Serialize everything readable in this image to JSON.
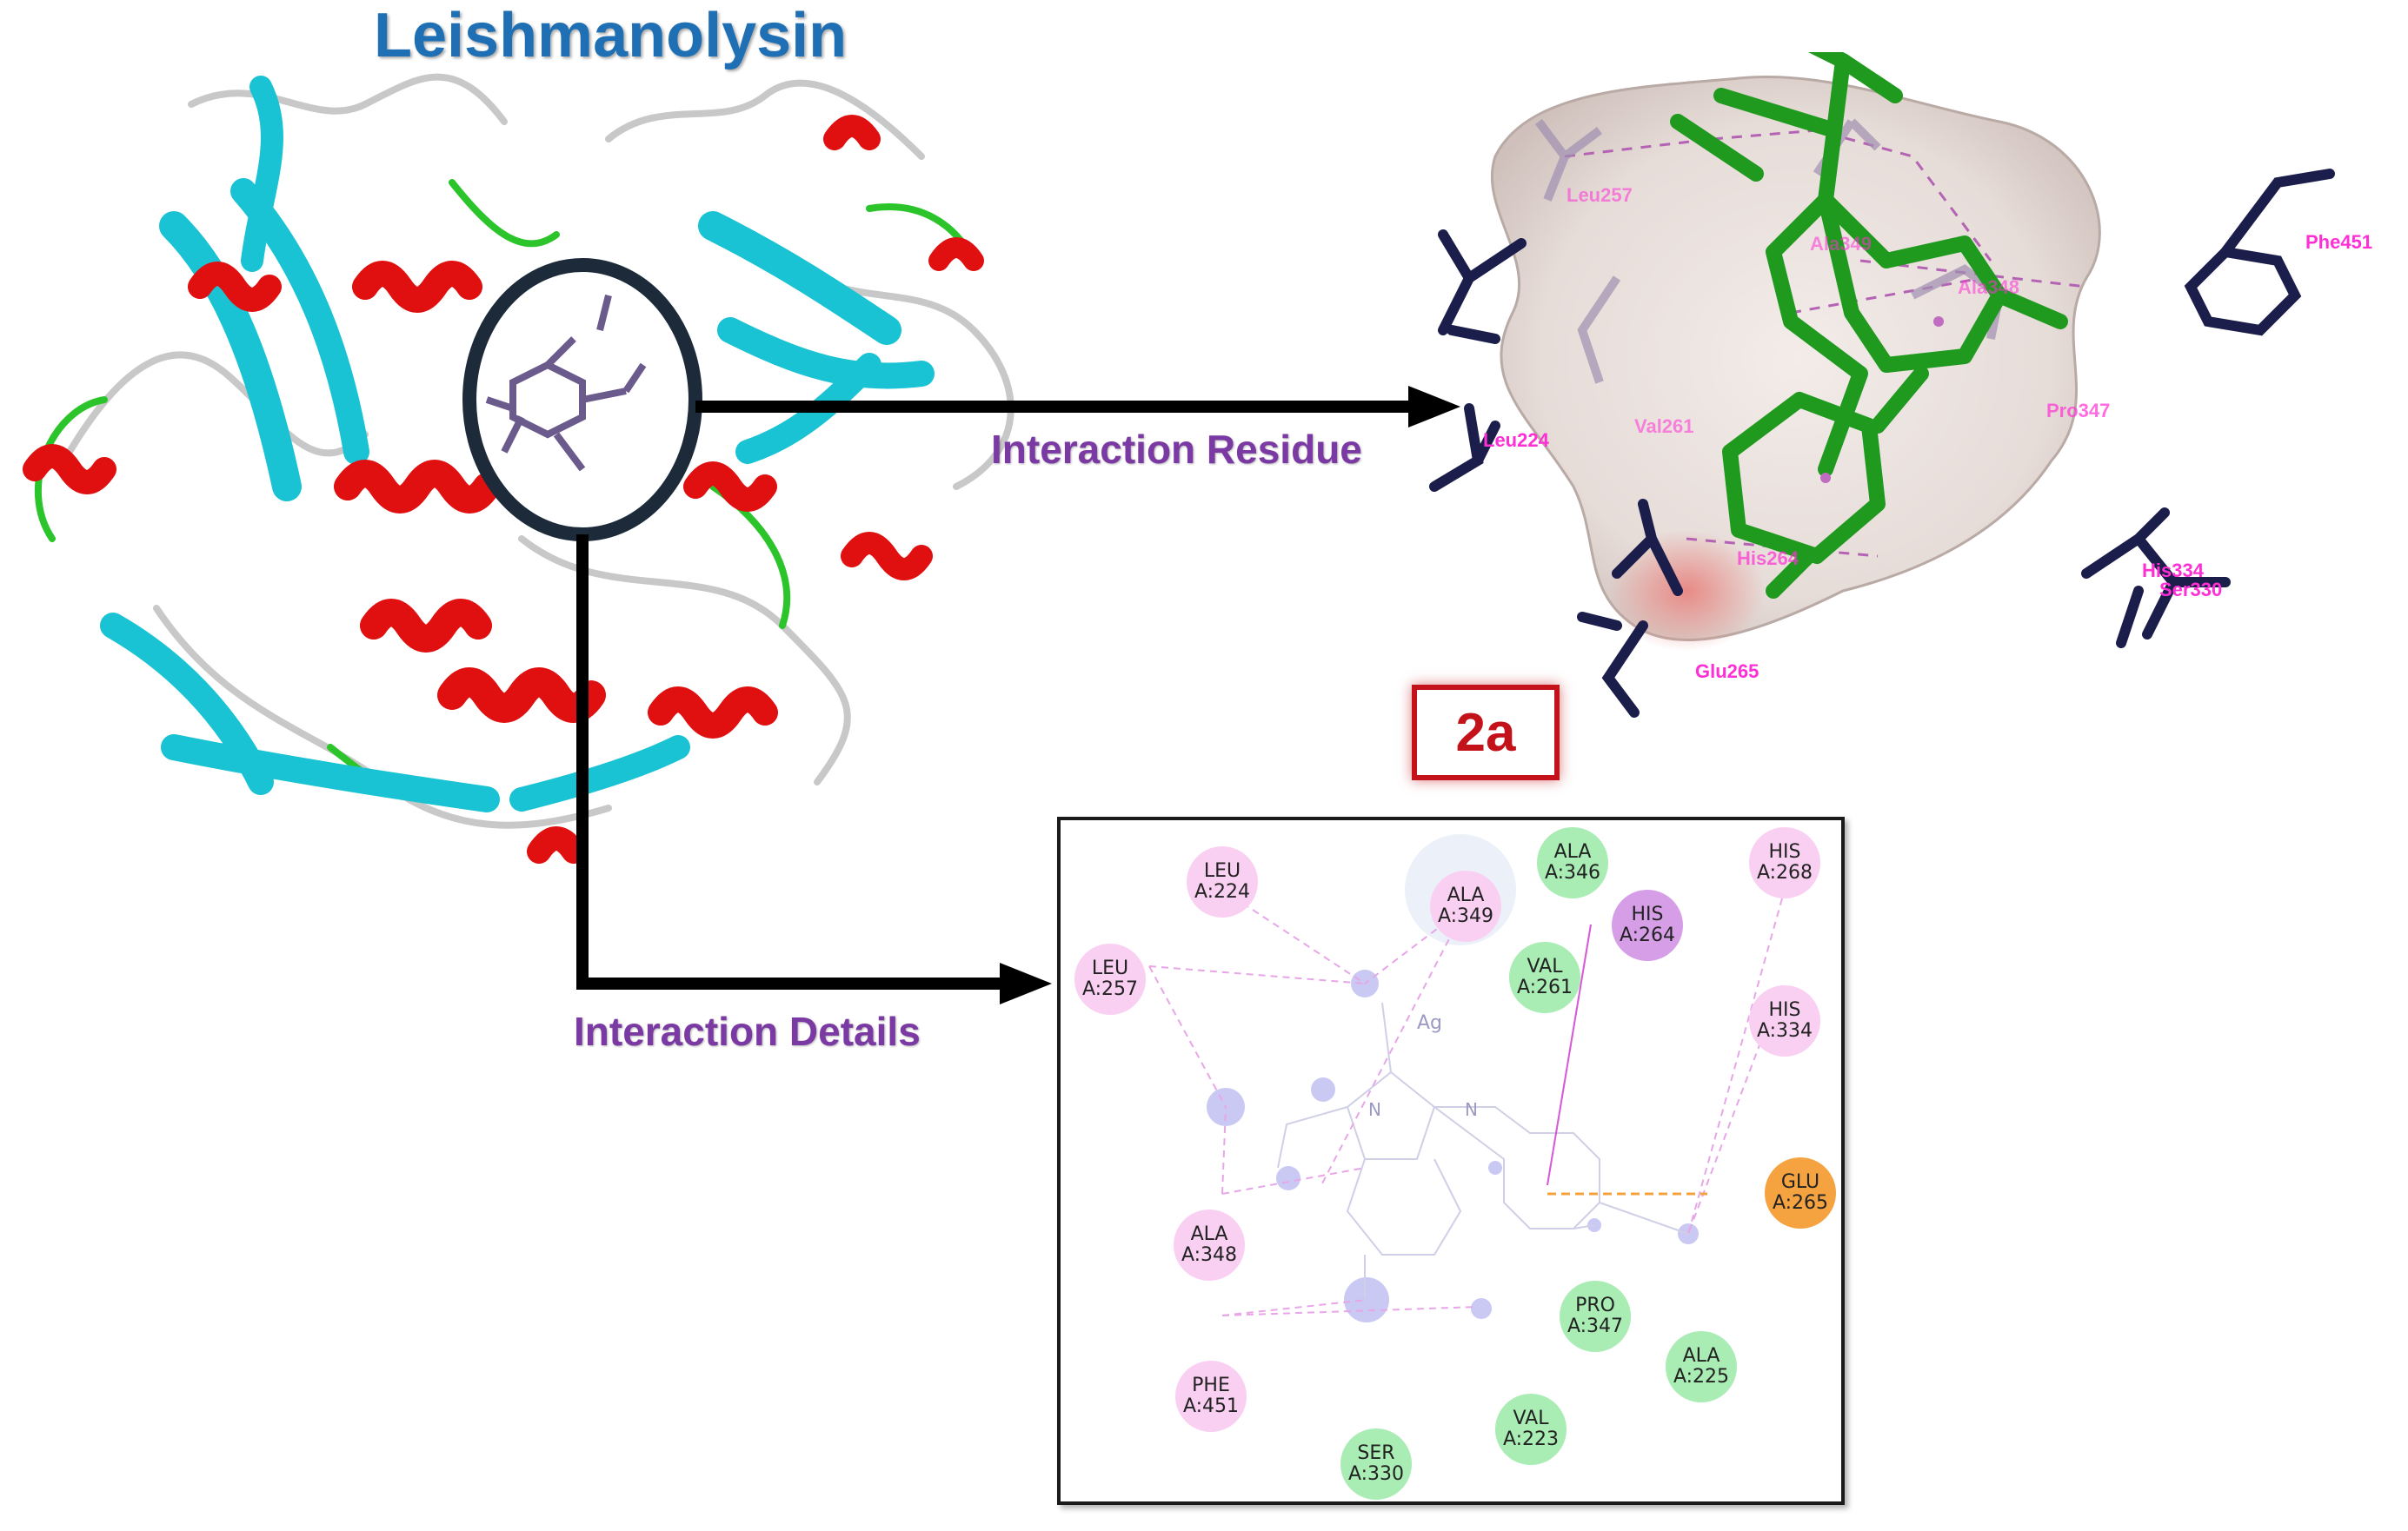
{
  "title": "Leishmanolysin",
  "labels": {
    "interaction_residue": "Interaction Residue",
    "interaction_details": "Interaction Details",
    "panel_badge": "2a"
  },
  "pocket_residues": [
    "Leu257",
    "Ala349",
    "Ala348",
    "Phe451",
    "Leu224",
    "Val261",
    "Pro347",
    "His264",
    "His334",
    "Ser330",
    "Glu265"
  ],
  "details_residues": [
    {
      "top": "LEU",
      "bottom": "A:224",
      "kind": "pink"
    },
    {
      "top": "ALA",
      "bottom": "A:349",
      "kind": "pink"
    },
    {
      "top": "ALA",
      "bottom": "A:346",
      "kind": "green"
    },
    {
      "top": "HIS",
      "bottom": "A:268",
      "kind": "pink"
    },
    {
      "top": "HIS",
      "bottom": "A:264",
      "kind": "violet"
    },
    {
      "top": "LEU",
      "bottom": "A:257",
      "kind": "pink"
    },
    {
      "top": "VAL",
      "bottom": "A:261",
      "kind": "green"
    },
    {
      "top": "HIS",
      "bottom": "A:334",
      "kind": "pink"
    },
    {
      "top": "GLU",
      "bottom": "A:265",
      "kind": "orange"
    },
    {
      "top": "ALA",
      "bottom": "A:348",
      "kind": "pink"
    },
    {
      "top": "PRO",
      "bottom": "A:347",
      "kind": "green"
    },
    {
      "top": "ALA",
      "bottom": "A:225",
      "kind": "green"
    },
    {
      "top": "PHE",
      "bottom": "A:451",
      "kind": "pink"
    },
    {
      "top": "VAL",
      "bottom": "A:223",
      "kind": "green"
    },
    {
      "top": "SER",
      "bottom": "A:330",
      "kind": "green"
    }
  ],
  "ligand_atoms": {
    "metal": "Ag",
    "n1": "N",
    "n2": "N"
  },
  "colors": {
    "helix": "#e01010",
    "sheet": "#19c3d3",
    "turn": "#2bc52b",
    "coil": "#c8c8c8",
    "ligand": "#1f9a1f",
    "residue_stick": "#1b1d4a",
    "residue_label": "#ff2fd6",
    "title": "#1f6fb4",
    "label": "#7b3aa3",
    "badge": "#c4121a"
  }
}
